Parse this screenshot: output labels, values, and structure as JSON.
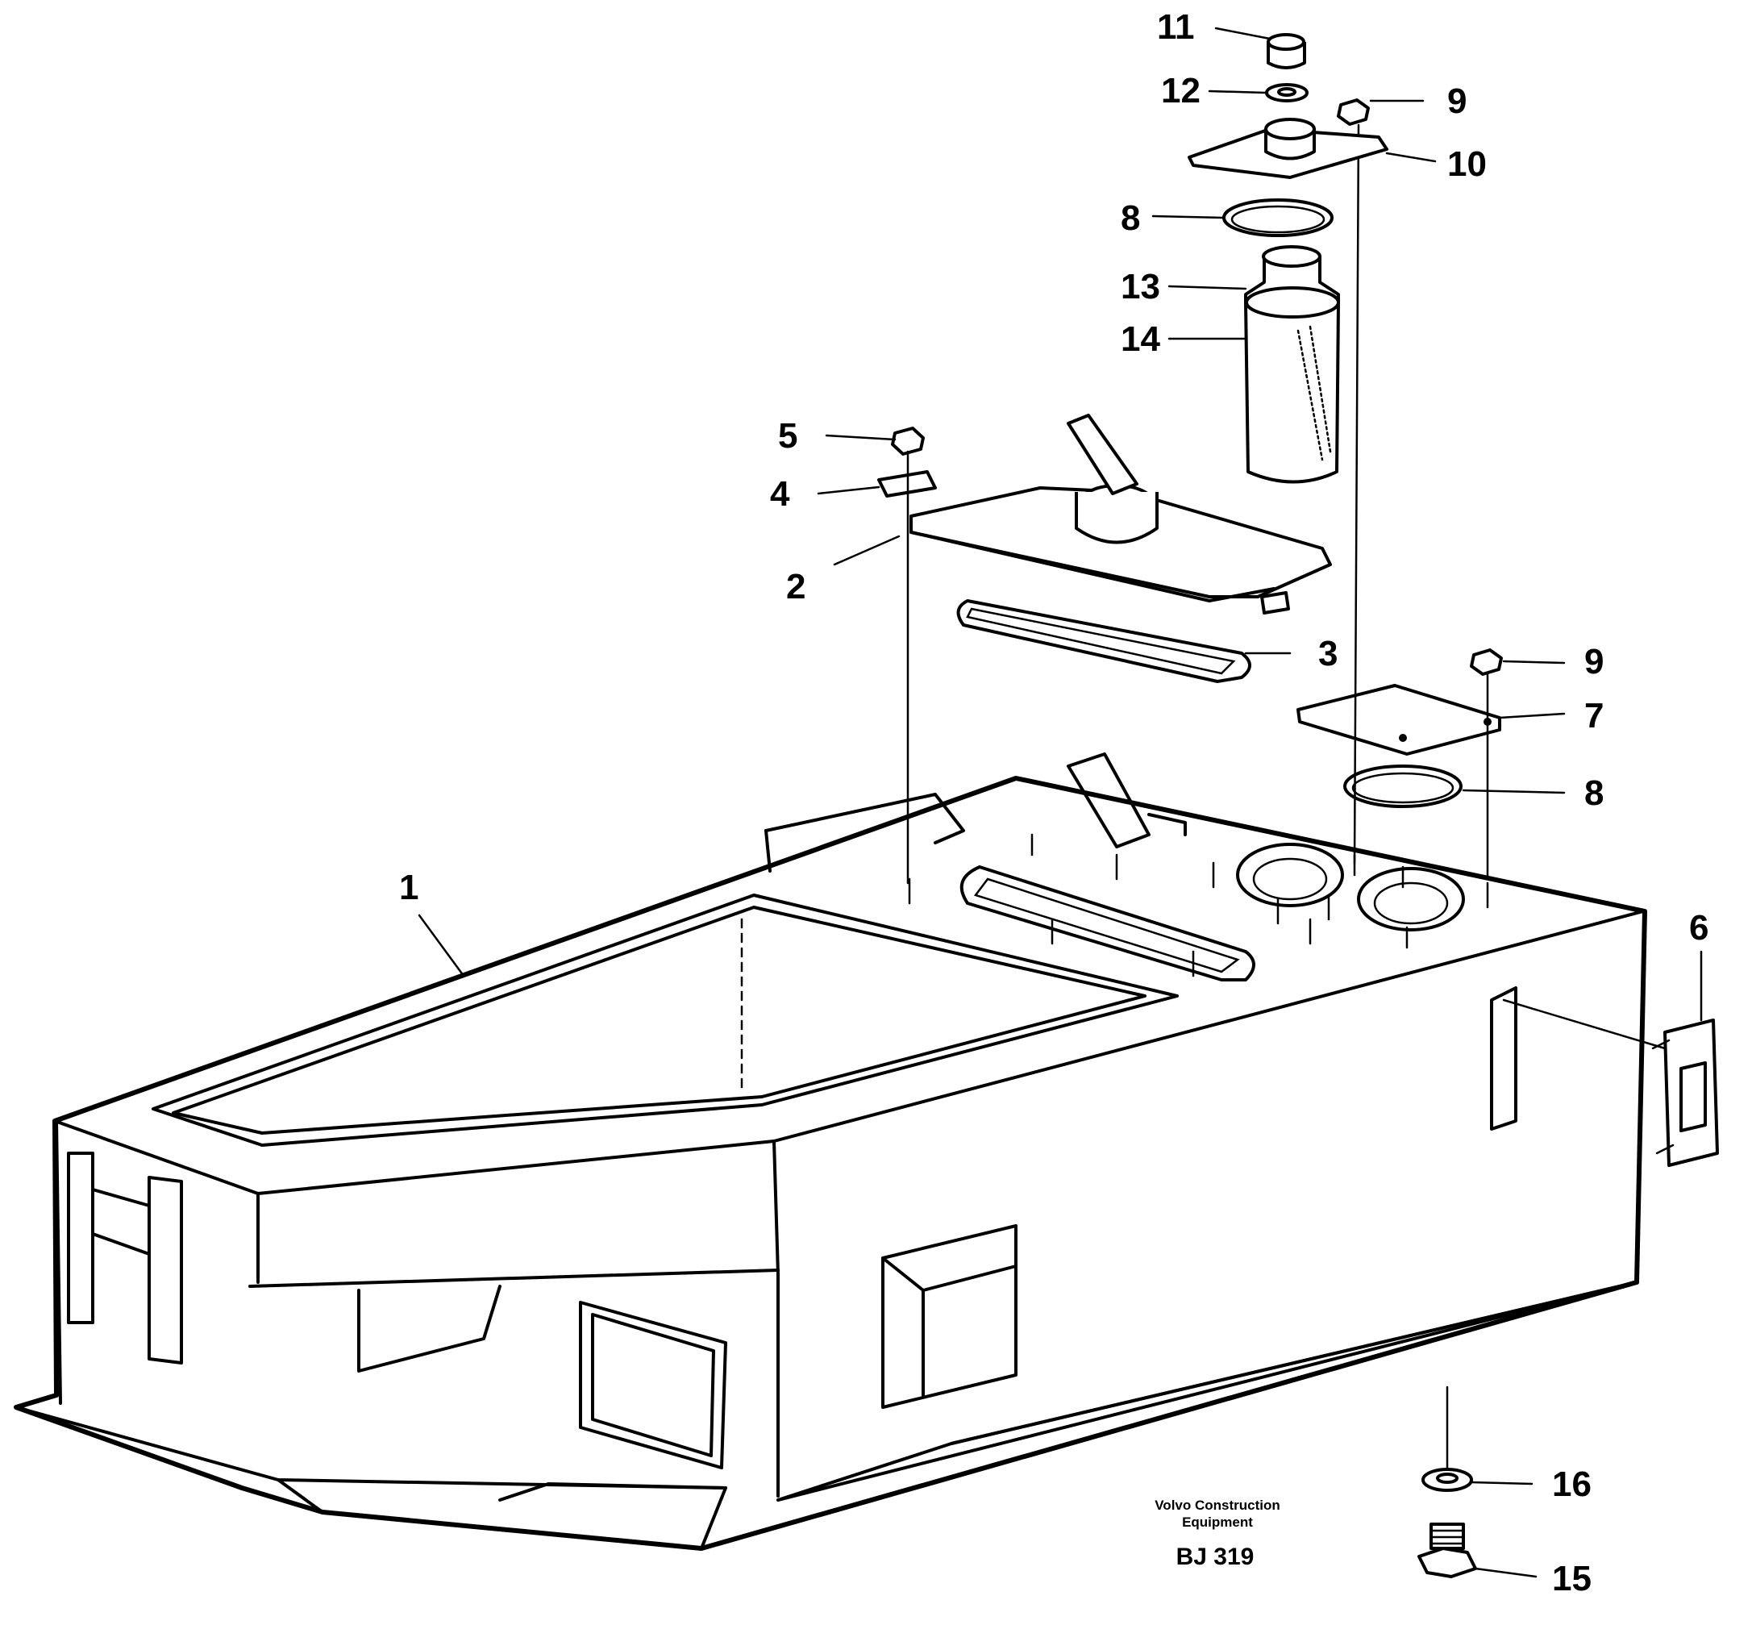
{
  "callouts": {
    "c1": "1",
    "c2": "2",
    "c3": "3",
    "c4": "4",
    "c5": "5",
    "c6": "6",
    "c7": "7",
    "c8a": "8",
    "c8b": "8",
    "c9a": "9",
    "c9b": "9",
    "c10": "10",
    "c11": "11",
    "c12": "12",
    "c13": "13",
    "c14": "14",
    "c15": "15",
    "c16": "16"
  },
  "footer": {
    "company_line1": "Volvo Construction",
    "company_line2": "Equipment",
    "drawing_code": "BJ 319"
  }
}
